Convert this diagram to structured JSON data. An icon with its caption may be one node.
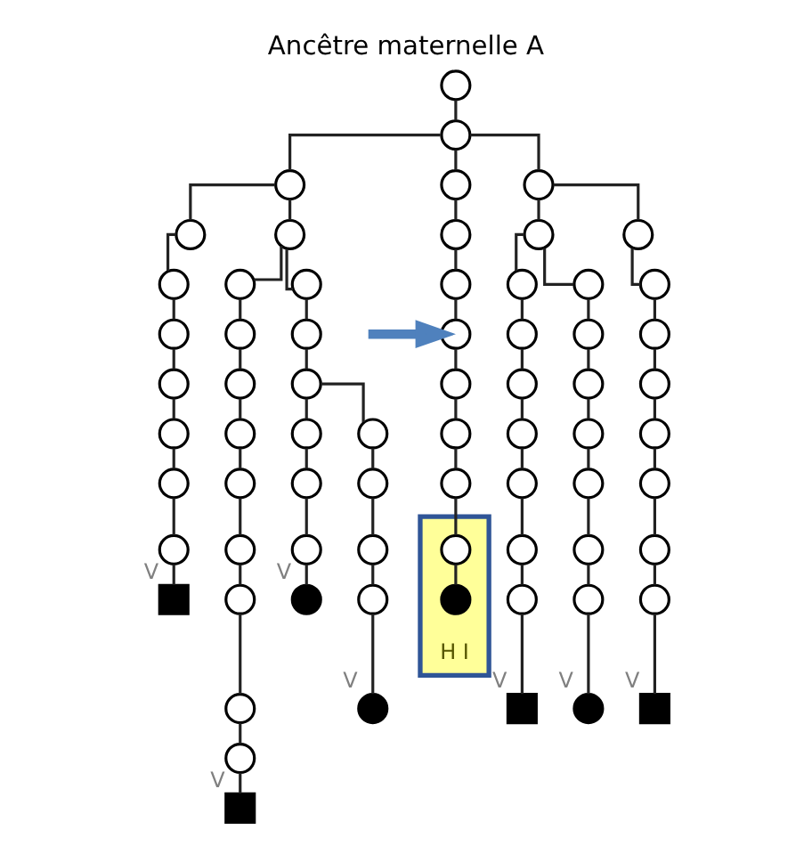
{
  "diagram": {
    "title": "Ancêtre maternelle A",
    "nodes": [
      {
        "text": [],
        "shape": "circle"
      },
      {
        "text": [],
        "shape": "circle"
      },
      {
        "text": [],
        "shape": "circle"
      },
      {
        "text": [],
        "shape": "circle"
      },
      {
        "text": [],
        "shape": "circle"
      },
      {
        "text": [],
        "shape": "circle"
      },
      {
        "text": [],
        "shape": "circle"
      },
      {
        "text": [],
        "shape": "circle"
      },
      {
        "text": [],
        "shape": "circle"
      },
      {
        "text": [],
        "shape": "circle"
      },
      {
        "text": [],
        "shape": "dot",
        "beside": [
          "V"
        ]
      },
      {
        "text": [],
        "shape": "circle"
      },
      {
        "text": [],
        "shape": "circle"
      },
      {
        "text": [],
        "shape": "circle"
      },
      {
        "text": [],
        "shape": "circle"
      },
      {
        "text": [],
        "shape": "dot",
        "beside": [
          "V"
        ]
      },
      {
        "text": [],
        "shape": "circle"
      },
      {
        "text": [],
        "shape": "circle"
      },
      {
        "text": [],
        "shape": "circle"
      },
      {
        "text": [],
        "shape": "circle"
      },
      {
        "text": [],
        "shape": "circle"
      },
      {
        "text": [],
        "shape": "circle"
      },
      {
        "text": [],
        "shape": "circle"
      },
      {
        "text": [],
        "shape": "circle"
      },
      {
        "text": [],
        "shape": "circle"
      },
      {
        "text": [],
        "shape": "box",
        "beside": [
          "V"
        ]
      },
      {
        "text": [],
        "shape": "circle"
      },
      {
        "text": [],
        "shape": "circle"
      },
      {
        "text": [],
        "shape": "circle"
      },
      {
        "text": [],
        "shape": "circle"
      },
      {
        "text": [],
        "shape": "circle"
      },
      {
        "text": [],
        "shape": "circle"
      },
      {
        "text": [],
        "shape": "circle"
      },
      {
        "text": [],
        "shape": "box",
        "beside": [
          "V"
        ]
      },
      {
        "text": [],
        "shape": "circle"
      },
      {
        "text": [],
        "shape": "circle"
      },
      {
        "text": [],
        "shape": "circle"
      },
      {
        "text": [],
        "shape": "circle"
      },
      {
        "text": [],
        "shape": "circle"
      },
      {
        "text": [],
        "shape": "circle"
      },
      {
        "text": [],
        "shape": "circle"
      },
      {
        "text": [
          "H I"
        ]
      },
      {
        "text": [],
        "shape": "circle",
        "in": 41
      },
      {
        "text": [],
        "shape": "dot",
        "in": 41
      },
      {
        "text": [],
        "shape": "circle"
      },
      {
        "text": [],
        "shape": "circle"
      },
      {
        "text": [],
        "shape": "circle"
      },
      {
        "text": [],
        "shape": "circle"
      },
      {
        "text": [],
        "shape": "circle"
      },
      {
        "text": [],
        "shape": "circle"
      },
      {
        "text": [],
        "shape": "circle"
      },
      {
        "text": [],
        "shape": "circle"
      },
      {
        "text": [],
        "shape": "circle"
      },
      {
        "text": [],
        "shape": "box",
        "beside": [
          "V"
        ]
      },
      {
        "text": [],
        "shape": "circle"
      },
      {
        "text": [],
        "shape": "circle"
      },
      {
        "text": [],
        "shape": "circle"
      },
      {
        "text": [],
        "shape": "circle"
      },
      {
        "text": [],
        "shape": "circle"
      },
      {
        "text": [],
        "shape": "circle"
      },
      {
        "text": [],
        "shape": "circle"
      },
      {
        "text": [],
        "shape": "circle"
      },
      {
        "text": [],
        "shape": "box",
        "beside": [
          "V"
        ]
      },
      {
        "text": [],
        "shape": "circle"
      },
      {
        "text": [],
        "shape": "circle"
      },
      {
        "text": [],
        "shape": "circle"
      },
      {
        "text": [],
        "shape": "circle"
      },
      {
        "text": [],
        "shape": "circle"
      },
      {
        "text": [],
        "shape": "circle"
      },
      {
        "text": [],
        "shape": "circle"
      },
      {
        "text": [],
        "shape": "dot",
        "beside": [
          "V"
        ]
      }
    ],
    "edges": [
      {
        "from": 0,
        "to": 1,
        "arrow": "none"
      },
      {
        "from": 1,
        "to": 2,
        "arrow": "none"
      },
      {
        "from": 1,
        "to": 34,
        "arrow": "none"
      },
      {
        "from": 1,
        "to": 44,
        "arrow": "none"
      },
      {
        "from": 2,
        "to": 3,
        "arrow": "none"
      },
      {
        "from": 2,
        "to": 26,
        "arrow": "none"
      },
      {
        "from": 3,
        "to": 4,
        "arrow": "none"
      },
      {
        "from": 3,
        "to": 16,
        "arrow": "none"
      },
      {
        "from": 4,
        "to": 5,
        "arrow": "none"
      },
      {
        "from": 5,
        "to": 6,
        "arrow": "none"
      },
      {
        "from": 6,
        "to": 7,
        "arrow": "none"
      },
      {
        "from": 6,
        "to": 11,
        "arrow": "none"
      },
      {
        "from": 7,
        "to": 8,
        "arrow": "none"
      },
      {
        "from": 8,
        "to": 9,
        "arrow": "none"
      },
      {
        "from": 9,
        "to": 10,
        "arrow": "none"
      },
      {
        "from": 11,
        "to": 12,
        "arrow": "none"
      },
      {
        "from": 12,
        "to": 13,
        "arrow": "none"
      },
      {
        "from": 13,
        "to": 14,
        "arrow": "none"
      },
      {
        "from": 14,
        "to": 15,
        "arrow": "none"
      },
      {
        "from": 16,
        "to": 17,
        "arrow": "none"
      },
      {
        "from": 17,
        "to": 18,
        "arrow": "none"
      },
      {
        "from": 18,
        "to": 19,
        "arrow": "none"
      },
      {
        "from": 19,
        "to": 20,
        "arrow": "none"
      },
      {
        "from": 20,
        "to": 21,
        "arrow": "none"
      },
      {
        "from": 21,
        "to": 22,
        "arrow": "none"
      },
      {
        "from": 22,
        "to": 23,
        "arrow": "none"
      },
      {
        "from": 23,
        "to": 24,
        "arrow": "none"
      },
      {
        "from": 24,
        "to": 25,
        "arrow": "none"
      },
      {
        "from": 26,
        "to": 27,
        "arrow": "none"
      },
      {
        "from": 27,
        "to": 28,
        "arrow": "none"
      },
      {
        "from": 28,
        "to": 29,
        "arrow": "none"
      },
      {
        "from": 29,
        "to": 30,
        "arrow": "none"
      },
      {
        "from": 30,
        "to": 31,
        "arrow": "none"
      },
      {
        "from": 31,
        "to": 32,
        "arrow": "none"
      },
      {
        "from": 32,
        "to": 33,
        "arrow": "none"
      },
      {
        "from": 34,
        "to": 35,
        "arrow": "none"
      },
      {
        "from": 35,
        "to": 36,
        "arrow": "none"
      },
      {
        "from": 36,
        "to": 37,
        "arrow": "none"
      },
      {
        "from": 37,
        "to": 38,
        "arrow": "none"
      },
      {
        "from": 38,
        "to": 39,
        "arrow": "none"
      },
      {
        "from": 39,
        "to": 40,
        "arrow": "none"
      },
      {
        "from": 40,
        "to": 42,
        "arrow": "none"
      },
      {
        "from": 42,
        "to": 43,
        "arrow": "none"
      },
      {
        "from": 44,
        "to": 45,
        "arrow": "none"
      },
      {
        "from": 44,
        "to": 54,
        "arrow": "none"
      },
      {
        "from": 45,
        "to": 46,
        "arrow": "none"
      },
      {
        "from": 46,
        "to": 47,
        "arrow": "none"
      },
      {
        "from": 47,
        "to": 48,
        "arrow": "none"
      },
      {
        "from": 48,
        "to": 49,
        "arrow": "none"
      },
      {
        "from": 49,
        "to": 50,
        "arrow": "none"
      },
      {
        "from": 50,
        "to": 51,
        "arrow": "none"
      },
      {
        "from": 51,
        "to": 52,
        "arrow": "none"
      },
      {
        "from": 52,
        "to": 53,
        "arrow": "none"
      },
      {
        "from": 54,
        "to": 55,
        "arrow": "none"
      },
      {
        "from": 54,
        "to": 63,
        "arrow": "none"
      },
      {
        "from": 55,
        "to": 56,
        "arrow": "none"
      },
      {
        "from": 56,
        "to": 57,
        "arrow": "none"
      },
      {
        "from": 57,
        "to": 58,
        "arrow": "none"
      },
      {
        "from": 58,
        "to": 59,
        "arrow": "none"
      },
      {
        "from": 59,
        "to": 60,
        "arrow": "none"
      },
      {
        "from": 60,
        "to": 61,
        "arrow": "none"
      },
      {
        "from": 61,
        "to": 62,
        "arrow": "none"
      },
      {
        "from": 63,
        "to": 64,
        "arrow": "none"
      },
      {
        "from": 64,
        "to": 65,
        "arrow": "none"
      },
      {
        "from": 65,
        "to": 66,
        "arrow": "none"
      },
      {
        "from": 66,
        "to": 67,
        "arrow": "none"
      },
      {
        "from": 67,
        "to": 68,
        "arrow": "none"
      },
      {
        "from": 68,
        "to": 69,
        "arrow": "none"
      },
      {
        "from": 69,
        "to": 70,
        "arrow": "none"
      },
      {
        "from": null,
        "to": 37,
        "arrow": "to",
        "style": "thick",
        "color": "#4f81bd"
      }
    ]
  }
}
